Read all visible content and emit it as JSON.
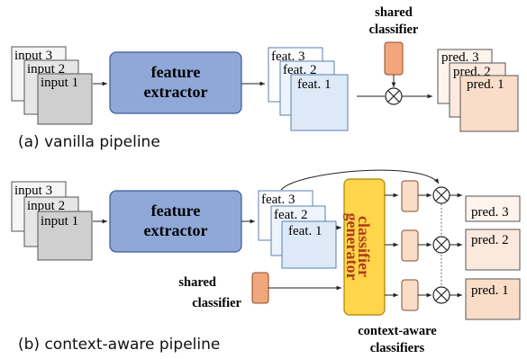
{
  "colors": {
    "feature_extractor": "#8fa8d8",
    "feature_extractor_border": "#3d5a99",
    "shared_classifier": "#f2a67c",
    "shared_classifier_border": "#8a4b2a",
    "classifier_generator": "#ffd54a",
    "classifier_generator_border": "#a88400",
    "input_front": "#cfcfcf",
    "input_mid": "#e6e6e6",
    "input_back": "#f6f6f6",
    "feat_front": "#dde9f6",
    "feat_mid": "#eef4fb",
    "pred_front": "#f9ddc8",
    "pred_mid": "#fbe9dd",
    "pred_back": "#fdf4ee"
  },
  "icons": {
    "combine": "circle-times-icon"
  },
  "vanilla": {
    "inputs": [
      "input 3",
      "input 2",
      "input 1"
    ],
    "extractor": [
      "feature",
      "extractor"
    ],
    "feats": [
      "feat. 3",
      "feat. 2",
      "feat. 1"
    ],
    "shared_classifier": [
      "shared",
      "classifier"
    ],
    "preds": [
      "pred. 3",
      "pred. 2",
      "pred. 1"
    ],
    "caption": "(a) vanilla pipeline"
  },
  "context": {
    "inputs": [
      "input 3",
      "input 2",
      "input 1"
    ],
    "extractor": [
      "feature",
      "extractor"
    ],
    "feats": [
      "feat. 3",
      "feat. 2",
      "feat. 1"
    ],
    "generator": [
      "classifier",
      "generator"
    ],
    "shared_classifier": [
      "shared",
      "classifier"
    ],
    "preds": [
      "pred. 3",
      "pred. 2",
      "pred. 1"
    ],
    "context_label": [
      "context-aware",
      "classifiers"
    ],
    "caption": "(b) context-aware pipeline"
  }
}
